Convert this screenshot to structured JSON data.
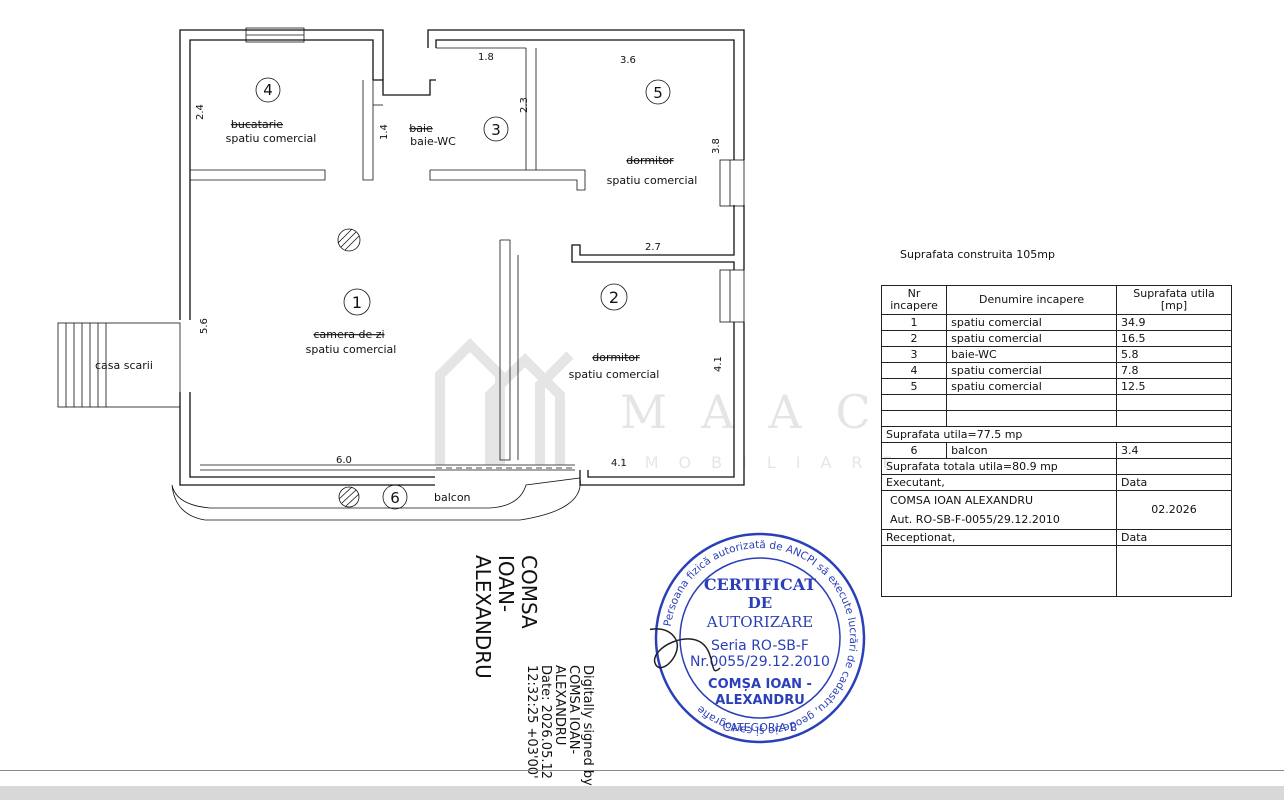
{
  "plan": {
    "rooms": [
      {
        "number": "1",
        "old_name": "camera de zi",
        "name": "spatiu comercial"
      },
      {
        "number": "2",
        "old_name": "dormitor",
        "name": "spatiu comercial"
      },
      {
        "number": "3",
        "old_name": "baie",
        "name": "baie-WC"
      },
      {
        "number": "4",
        "old_name": "bucatarie",
        "name": "spatiu comercial"
      },
      {
        "number": "5",
        "old_name": "dormitor",
        "name": "spatiu comercial"
      },
      {
        "number": "6",
        "name": "balcon"
      }
    ],
    "stair_label": "casa scarii",
    "dimensions": {
      "d1_8": "1.8",
      "d3_6": "3.6",
      "d2_4": "2.4",
      "d2_3": "2.3",
      "d1_4": "1.4",
      "d3_8": "3.8",
      "d2_7": "2.7",
      "d5_6": "5.6",
      "d4_1_v": "4.1",
      "d6_0": "6.0",
      "d4_1_h": "4.1"
    }
  },
  "watermark": {
    "brand": "MAAC",
    "sub": "IMOBILIARE"
  },
  "area": {
    "built_label": "Suprafata construita 105mp",
    "header": {
      "col1": "Nr incapere",
      "col2": "Denumire incapere",
      "col3": "Suprafata utila [mp]"
    },
    "rows": [
      {
        "nr": "1",
        "name": "spatiu comercial",
        "area": "34.9"
      },
      {
        "nr": "2",
        "name": "spatiu comercial",
        "area": "16.5"
      },
      {
        "nr": "3",
        "name": "baie-WC",
        "area": "5.8"
      },
      {
        "nr": "4",
        "name": "spatiu comercial",
        "area": "7.8"
      },
      {
        "nr": "5",
        "name": "spatiu comercial",
        "area": "12.5"
      }
    ],
    "useful_total": "Suprafata utila=77.5   mp",
    "balcony": {
      "nr": "6",
      "name": "balcon",
      "area": "3.4"
    },
    "grand_total": "Suprafata totala utila=80.9   mp",
    "executant_label": "Executant,",
    "date_label": "Data",
    "executant_name": "COMSA IOAN ALEXANDRU",
    "executant_auth": "Aut. RO-SB-F-0055/29.12.2010",
    "executant_date": "02.2026",
    "receptionat_label": "Receptionat,",
    "receptionat_date_label": "Data"
  },
  "signature": {
    "name_lines": [
      "COMSA",
      "IOAN-",
      "ALEXANDRU"
    ],
    "detail_lines": [
      "Digitally signed by",
      "COMSA IOAN-",
      "ALEXANDRU",
      "Date: 2026.05.12",
      "12:32:25 +03'00'"
    ]
  },
  "stamp": {
    "ring_text": "Persoana fizică autorizată de ANCPI să execute lucrări de cadastru, geodezie și cartografie",
    "line1": "CERTIFICAT",
    "line2": "DE",
    "line3": "AUTORIZARE",
    "line4": "Seria RO-SB-F",
    "line5": "Nr.0055/29.12.2010",
    "line6": "COMȘA IOAN -",
    "line7": "ALEXANDRU",
    "bottom": "CATEGORIA B",
    "color": "#2a3fb8"
  }
}
